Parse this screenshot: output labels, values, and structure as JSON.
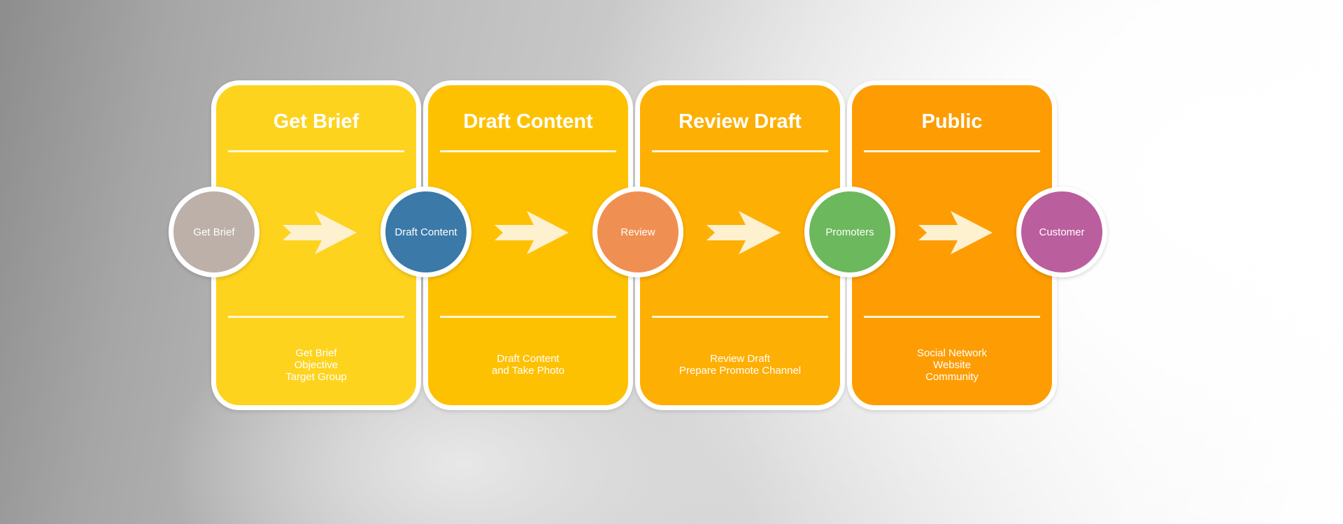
{
  "stages": [
    {
      "title": "Get Brief",
      "description": "Get Brief\nObjective\nTarget Group",
      "color": "#fdd31e"
    },
    {
      "title": "Draft Content",
      "description": "Draft Content\nand Take Photo",
      "color": "#fec102"
    },
    {
      "title": "Review Draft",
      "description": "Review Draft\nPrepare Promote Channel",
      "color": "#feaf04"
    },
    {
      "title": "Public",
      "description": "Social Network\nWebsite\nCommunity",
      "color": "#fd9d03"
    }
  ],
  "nodes": [
    {
      "label": "Get Brief",
      "color": "#bdb0a8"
    },
    {
      "label": "Draft Content",
      "color": "#3a79a8"
    },
    {
      "label": "Review",
      "color": "#f08f52"
    },
    {
      "label": "Promoters",
      "color": "#6cb85c"
    },
    {
      "label": "Customer",
      "color": "#bb5e9d"
    }
  ],
  "arrow_color": "#fdf1cf"
}
